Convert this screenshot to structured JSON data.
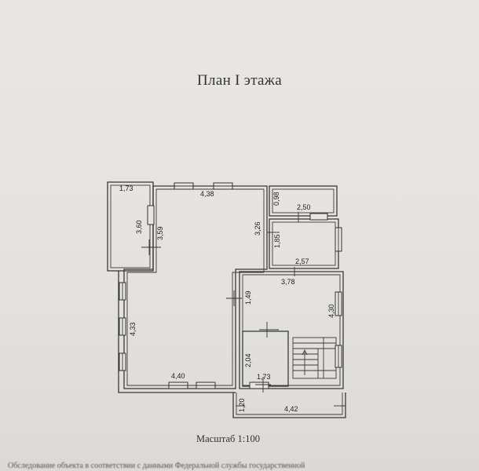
{
  "title": "План I этажа",
  "scale": "Масштаб 1:100",
  "footer": "Обследование объекта в соответствии с данными Федеральной службы государственной",
  "dimensions": {
    "d1": "1,73",
    "d2": "4,38",
    "d3": "0,98",
    "d4": "2,50",
    "d5": "3,60",
    "d6": "3,59",
    "d7": "3,26",
    "d8": "1,85",
    "d9": "2,57",
    "d10": "3,78",
    "d11": "1,49",
    "d12": "4,33",
    "d13": "4,30",
    "d14": "2,04",
    "d15": "4,40",
    "d16": "1,73",
    "d17": "1,20",
    "d18": "4,42"
  }
}
